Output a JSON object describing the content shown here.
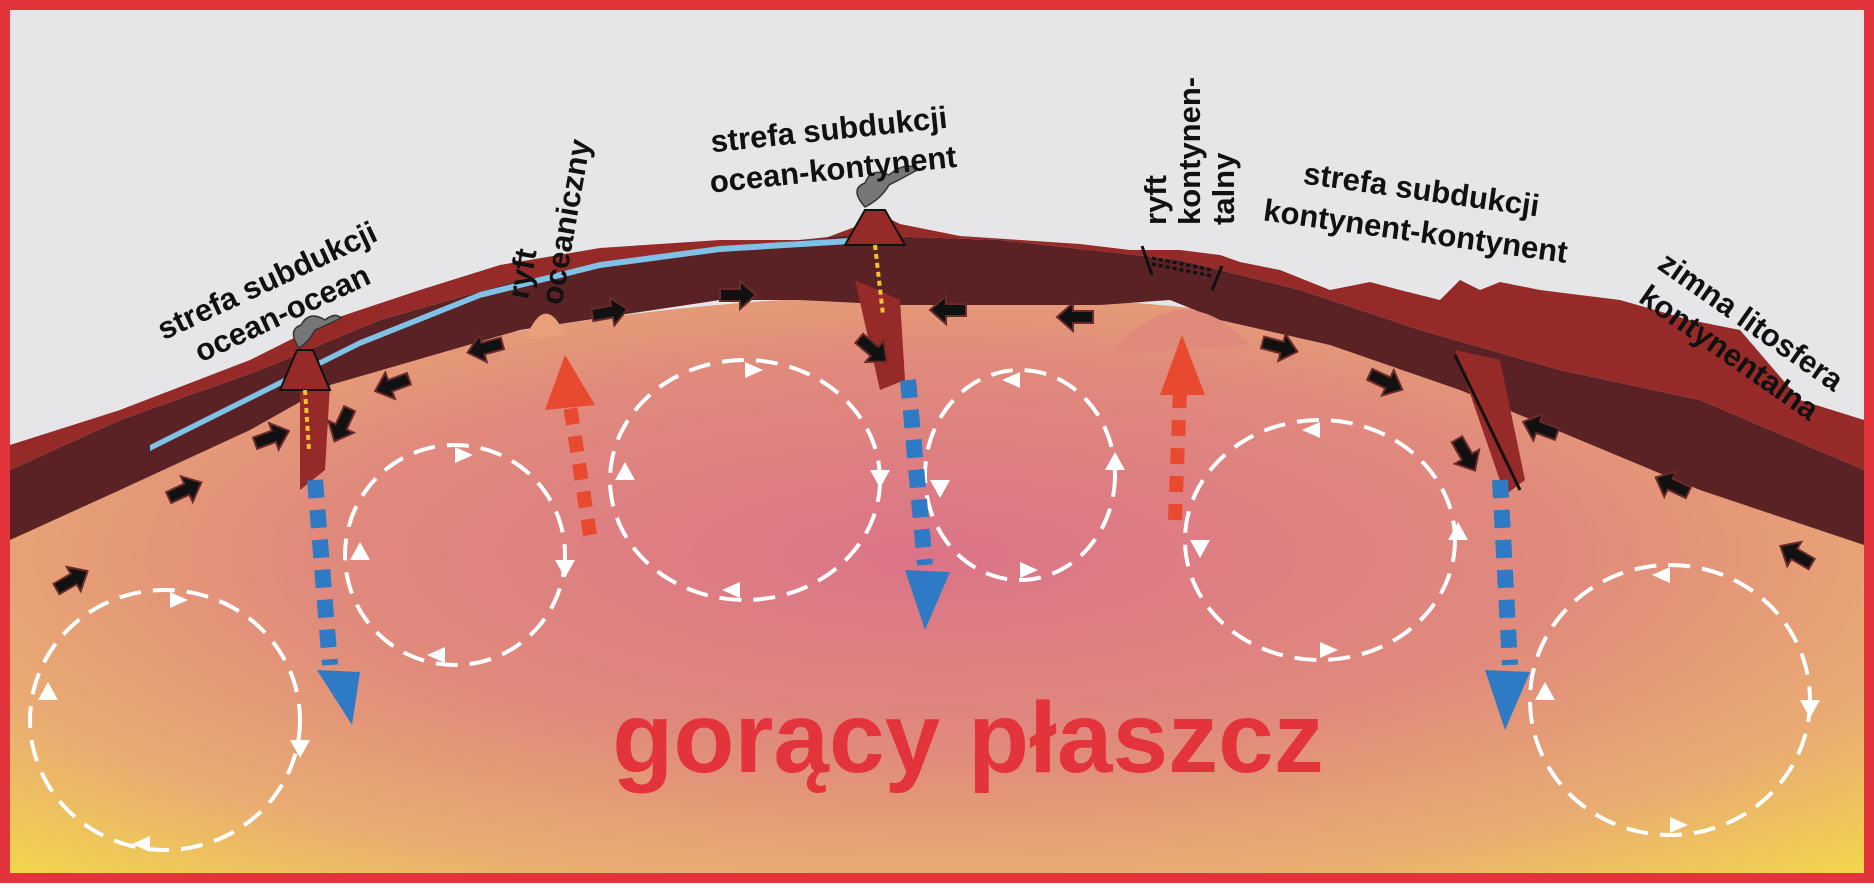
{
  "labels": {
    "oo_line1": "strefa subdukcji",
    "oo_line2": "ocean-ocean",
    "ocean_rift_line1": "ryft",
    "ocean_rift_line2": "oceaniczny",
    "oc_line1": "strefa subdukcji",
    "oc_line2": "ocean-kontynent",
    "cont_rift_line1": "ryft",
    "cont_rift_line2": "kontynen-",
    "cont_rift_line3": "talny",
    "cc_line1": "strefa subdukcji",
    "cc_line2": "kontynent-kontynent",
    "cold_line1": "zimna litosfera",
    "cold_line2": "kontynentalna",
    "hot_mantle": "gorący płaszcz"
  },
  "colors": {
    "frame": "#e3343c",
    "sky": "#e6e6e8",
    "ocean_water": "#7fc2e6",
    "lithosphere_upper": "#962a28",
    "lithosphere_lower": "#5a2224",
    "mantle_hot": "#de7a86",
    "mantle_warm": "#e9aa72",
    "mantle_edge": "#f2d64a",
    "upwelling": "#e84a30",
    "downwelling": "#2f7ac4",
    "plate_arrow": "#111111",
    "convection": "#ffffff",
    "hot_mantle_text": "#e3343c"
  },
  "icons": [
    "volcano-icon",
    "plate-motion-arrow-icon",
    "convection-cell-icon",
    "upwelling-arrow-icon",
    "subduction-arrow-icon"
  ]
}
